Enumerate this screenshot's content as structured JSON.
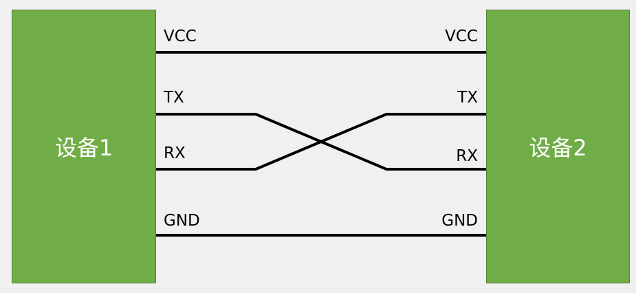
{
  "devices": {
    "left": {
      "label": "设备1"
    },
    "right": {
      "label": "设备2"
    }
  },
  "pins": {
    "left": {
      "vcc": "VCC",
      "tx": "TX",
      "rx": "RX",
      "gnd": "GND"
    },
    "right": {
      "vcc": "VCC",
      "tx": "TX",
      "rx": "RX",
      "gnd": "GND"
    }
  },
  "colors": {
    "device_fill": "#70ad47",
    "device_border": "#507e32",
    "device_text": "#ffffff",
    "wire": "#000000",
    "background": "#f0f0f0"
  }
}
